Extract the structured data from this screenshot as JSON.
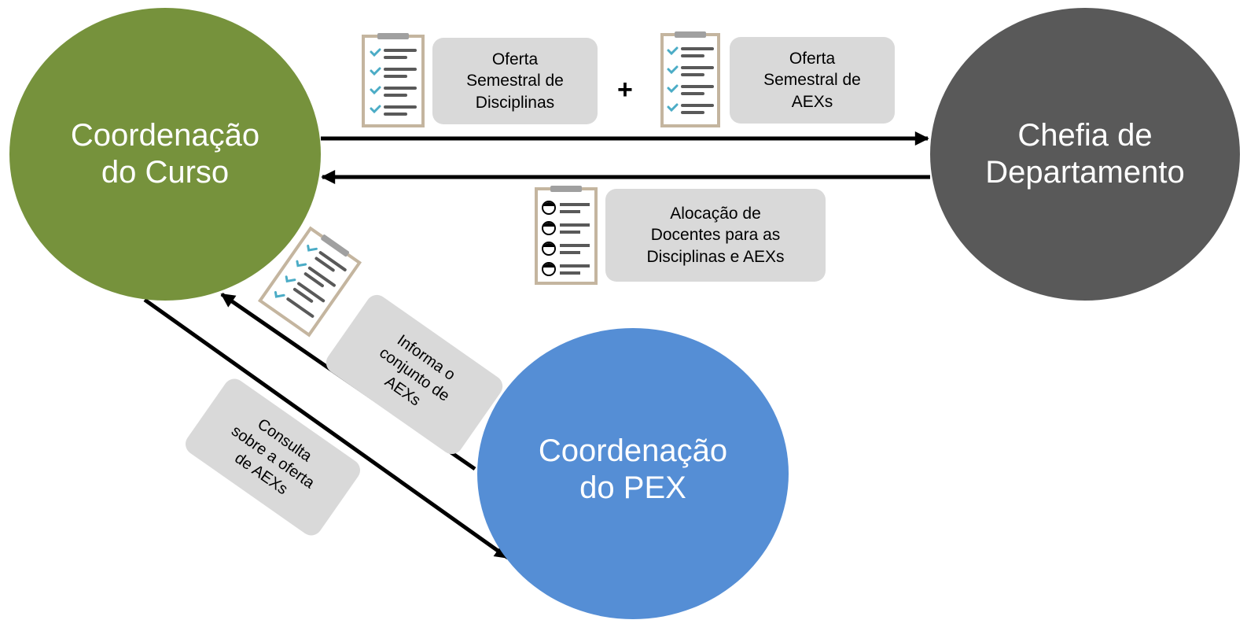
{
  "nodes": {
    "curso": {
      "line1": "Coordenação",
      "line2": "do Curso",
      "color": "#76923c"
    },
    "chefia": {
      "line1": "Chefia de",
      "line2": "Departamento",
      "color": "#595959"
    },
    "pex": {
      "line1": "Coordenação",
      "line2": "do PEX",
      "color": "#558ed5"
    }
  },
  "labels": {
    "oferta_disciplinas": {
      "line1": "Oferta",
      "line2": "Semestral de",
      "line3": "Disciplinas"
    },
    "plus": "+",
    "oferta_aexs": {
      "line1": "Oferta",
      "line2": "Semestral de",
      "line3": "AEXs"
    },
    "alocacao": {
      "line1": "Alocação de",
      "line2": "Docentes para as",
      "line3": "Disciplinas e AEXs"
    },
    "informa": {
      "line1": "Informa o",
      "line2": "conjunto de",
      "line3": "AEXs"
    },
    "consulta": {
      "line1": "Consulta",
      "line2": "sobre a oferta",
      "line3": "de AEXs"
    }
  },
  "colors": {
    "box_fill": "#d9d9d9",
    "check": "#4bacc6",
    "arrow": "#000000",
    "clipboard_border": "#c4b59f"
  },
  "icons": [
    "checklist-clipboard-icon",
    "faces-clipboard-icon"
  ]
}
